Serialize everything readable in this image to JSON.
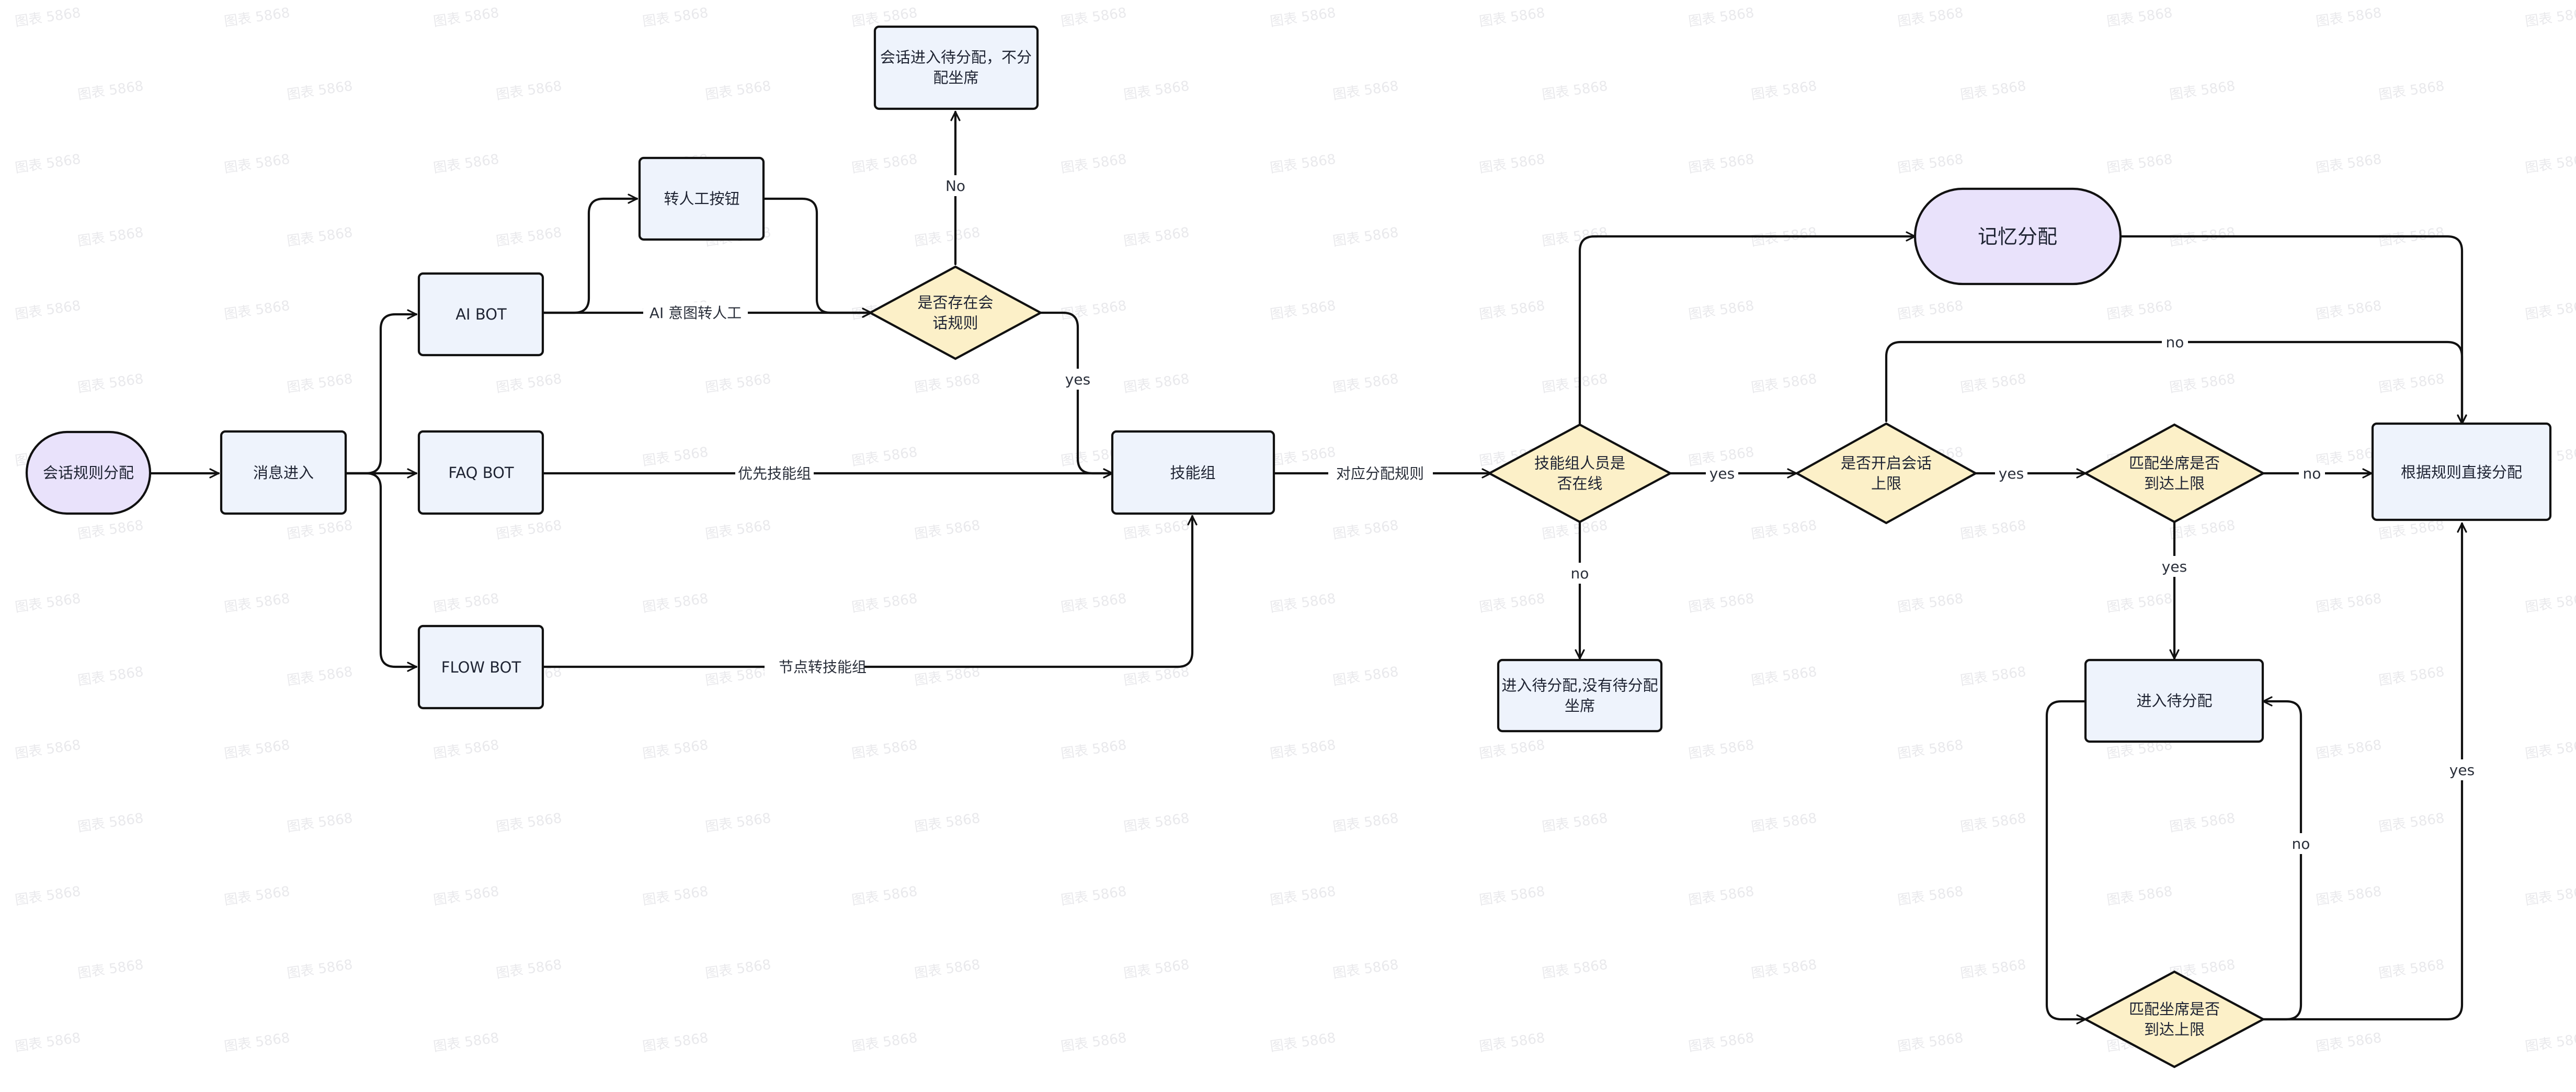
{
  "colors": {
    "terminal_fill": "#e9e2fb",
    "process_fill": "#eef3fc",
    "decision_fill": "#fcf0c8",
    "stroke": "#111111"
  },
  "watermark": "图表 5868",
  "nodes": {
    "start": [
      "会话规则分配"
    ],
    "msg_in": [
      "消息进入"
    ],
    "ai_bot": [
      "AI BOT"
    ],
    "faq_bot": [
      "FAQ BOT"
    ],
    "flow_bot": [
      "FLOW BOT"
    ],
    "transfer_button": [
      "转人工按钮"
    ],
    "no_assign": [
      "会话进入待分配，不分",
      "配坐席"
    ],
    "rule_exists": [
      "是否存在会",
      "话规则"
    ],
    "skill_group": [
      "技能组"
    ],
    "online_check": [
      "技能组人员是",
      "否在线"
    ],
    "pending_no_agent": [
      "进入待分配,没有待分配",
      "坐席"
    ],
    "memory_assign": [
      "记忆分配"
    ],
    "session_limit": [
      "是否开启会话",
      "上限"
    ],
    "agent_limit_1": [
      "匹配坐席是否",
      "到达上限"
    ],
    "direct_assign": [
      "根据规则直接分配"
    ],
    "pending": [
      "进入待分配"
    ],
    "agent_limit_2": [
      "匹配坐席是否",
      "到达上限"
    ]
  },
  "edge_labels": {
    "ai_intent": "AI 意图转人工",
    "priority_skill": "优先技能组",
    "node_skill": "节点转技能组",
    "no_upper": "No",
    "yes_rule": "yes",
    "rule_map": "对应分配规则",
    "yes_online": "yes",
    "no_online": "no",
    "no_limit": "no",
    "yes_limit": "yes",
    "no_agent": "no",
    "yes_agent": "yes",
    "no_loop": "no",
    "yes_final": "yes"
  }
}
